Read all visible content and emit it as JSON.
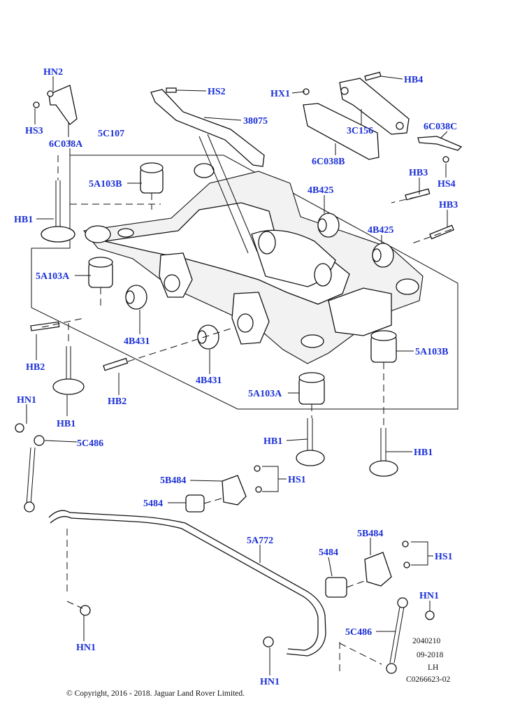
{
  "callouts": {
    "hn2": "HN2",
    "hs3": "HS3",
    "c6c038a": "6C038A",
    "hs2": "HS2",
    "p38075": "38075",
    "hx1": "HX1",
    "hb4": "HB4",
    "p3c156": "3C156",
    "c6c038c": "6C038C",
    "c6c038b": "6C038B",
    "p5c107": "5C107",
    "a103b_top": "5A103B",
    "hb3_a": "HB3",
    "hs4": "HS4",
    "hb3_b": "HB3",
    "hb1_left": "HB1",
    "b425_a": "4B425",
    "b425_b": "4B425",
    "a103a_left": "5A103A",
    "b431_a": "4B431",
    "hb2_a": "HB2",
    "a103b_right": "5A103B",
    "b431_b": "4B431",
    "hb2_b": "HB2",
    "a103a_bottom": "5A103A",
    "hn1_a": "HN1",
    "hb1_mid_left": "HB1",
    "c5c486_a": "5C486",
    "hb1_center": "HB1",
    "hb1_right": "HB1",
    "b5b484_a": "5B484",
    "hs1_a": "HS1",
    "p5484_a": "5484",
    "p5a772": "5A772",
    "b5b484_b": "5B484",
    "p5484_b": "5484",
    "hs1_b": "HS1",
    "hn1_b": "HN1",
    "hn1_c": "HN1",
    "c5c486_b": "5C486",
    "hn1_d": "HN1"
  },
  "meta": {
    "code": "2040210",
    "date": "09-2018",
    "side": "LH",
    "ref": "C0266623-02"
  },
  "copyright": "© Copyright, 2016 - 2018. Jaguar Land Rover Limited.",
  "colors": {
    "callout": "#1a2fd6",
    "line": "#111111"
  }
}
